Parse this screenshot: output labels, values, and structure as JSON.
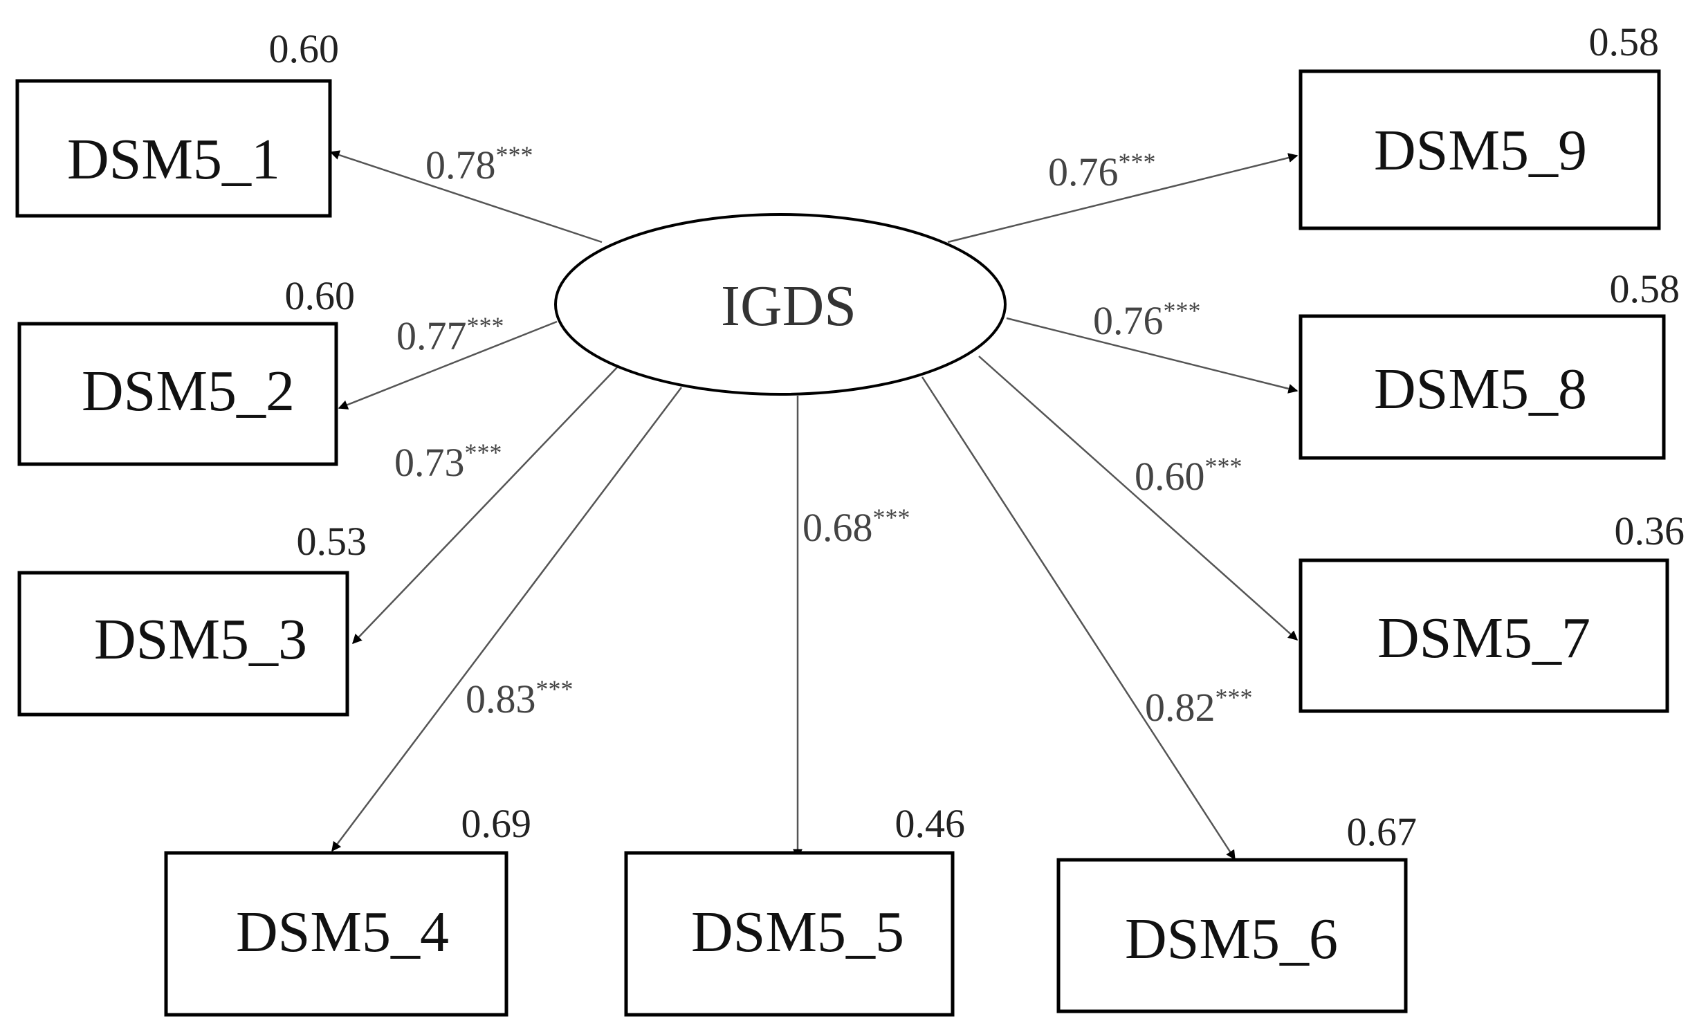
{
  "latent": {
    "label": "IGDS"
  },
  "nodes": [
    {
      "id": "dsm5_1",
      "label": "DSM5_1",
      "r2": "0.60",
      "loading": "0.78",
      "sig": "***"
    },
    {
      "id": "dsm5_2",
      "label": "DSM5_2",
      "r2": "0.60",
      "loading": "0.77",
      "sig": "***"
    },
    {
      "id": "dsm5_3",
      "label": "DSM5_3",
      "r2": "0.53",
      "loading": "0.73",
      "sig": "***"
    },
    {
      "id": "dsm5_4",
      "label": "DSM5_4",
      "r2": "0.69",
      "loading": "0.83",
      "sig": "***"
    },
    {
      "id": "dsm5_5",
      "label": "DSM5_5",
      "r2": "0.46",
      "loading": "0.68",
      "sig": "***"
    },
    {
      "id": "dsm5_6",
      "label": "DSM5_6",
      "r2": "0.67",
      "loading": "0.82",
      "sig": "***"
    },
    {
      "id": "dsm5_7",
      "label": "DSM5_7",
      "r2": "0.36",
      "loading": "0.60",
      "sig": "***"
    },
    {
      "id": "dsm5_8",
      "label": "DSM5_8",
      "r2": "0.58",
      "loading": "0.76",
      "sig": "***"
    },
    {
      "id": "dsm5_9",
      "label": "DSM5_9",
      "r2": "0.58",
      "loading": "0.76",
      "sig": "***"
    }
  ]
}
